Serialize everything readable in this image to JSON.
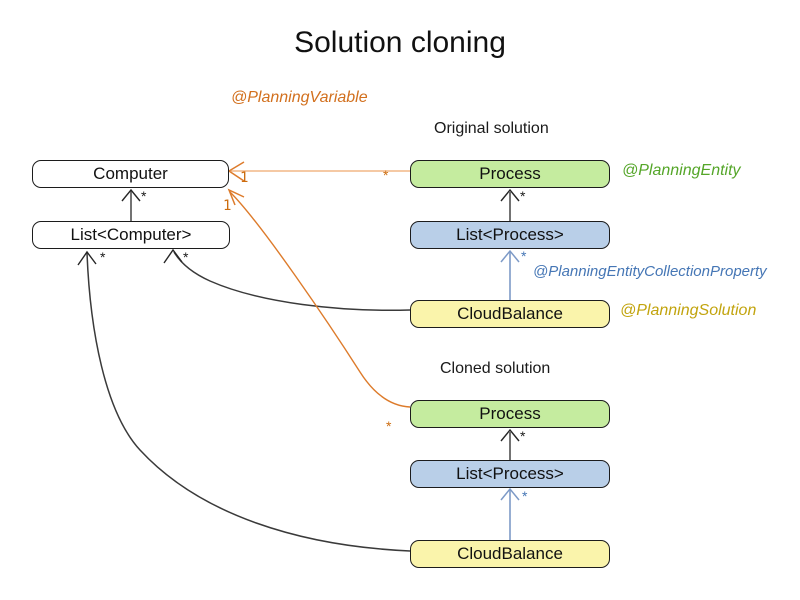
{
  "title": "Solution cloning",
  "sections": {
    "original": "Original solution",
    "cloned": "Cloned solution"
  },
  "boxes": {
    "computer": "Computer",
    "list_computer": "List<Computer>",
    "process": "Process",
    "list_process": "List<Process>",
    "cloud_balance": "CloudBalance"
  },
  "annotations": {
    "planning_variable": "@PlanningVariable",
    "planning_entity": "@PlanningEntity",
    "planning_entity_collection_property": "@PlanningEntityCollectionProperty",
    "planning_solution": "@PlanningSolution"
  },
  "multiplicity": {
    "star": "*",
    "one": "1"
  },
  "colors": {
    "process_fill": "#c5ec9f",
    "list_process_fill": "#b9cfe8",
    "cloud_balance_fill": "#faf4ab",
    "plain_fill": "#ffffff",
    "border": "#1c1c1c",
    "orange_line": "#dd7b2b",
    "orange_text": "#d2701e",
    "green_text": "#55a629",
    "blue_text": "#4576b5",
    "gold_text": "#c2a40e",
    "gray_line": "#737373",
    "black_line": "#3a3a3a",
    "blue_line": "#7d9ac7"
  }
}
